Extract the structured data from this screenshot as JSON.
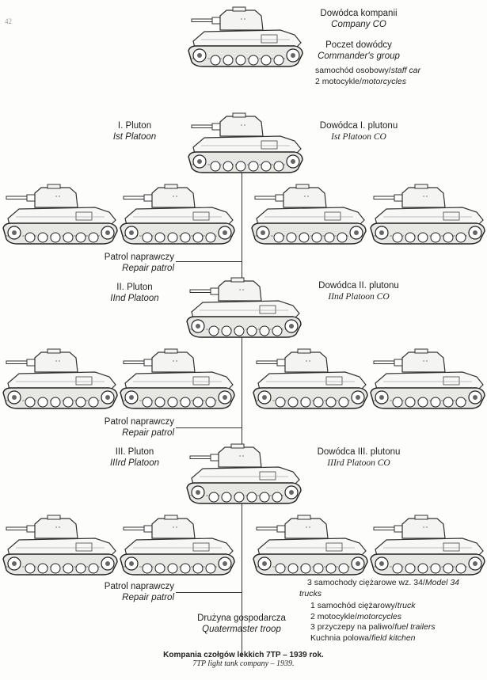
{
  "company": {
    "co_pl": "Dowódca kompanii",
    "co_en": "Company CO",
    "group_pl": "Poczet dowódcy",
    "group_en": "Commander's group",
    "car_pl": "samochód osobowy/",
    "car_en": "staff car",
    "moto_pl": "2 motocykle/",
    "moto_en": "motorcycles"
  },
  "platoons": [
    {
      "name_pl": "I. Pluton",
      "name_en": "Ist Platoon",
      "co_pl": "Dowódca I. plutonu",
      "co_en": "Ist Platoon CO"
    },
    {
      "name_pl": "II. Pluton",
      "name_en": "IInd Platoon",
      "co_pl": "Dowódca II. plutonu",
      "co_en": "IInd Platoon CO"
    },
    {
      "name_pl": "III. Pluton",
      "name_en": "IIIrd Platoon",
      "co_pl": "Dowódca III. plutonu",
      "co_en": "IIIrd Platoon CO"
    }
  ],
  "repair": {
    "pl": "Patrol naprawczy",
    "en": "Repair patrol"
  },
  "quartermaster": {
    "pl": "Drużyna gospodarcza",
    "en": "Quatermaster troop",
    "items": [
      {
        "pl": "3 samochody ciężarowe wz. 34/",
        "en": "Model 34"
      },
      {
        "pl": "",
        "en": "trucks"
      },
      {
        "pl": "1 samochód ciężarowy/",
        "en": "truck"
      },
      {
        "pl": "2 motocykle/",
        "en": "motorcycles"
      },
      {
        "pl": "3 przyczepy na paliwo/",
        "en": "fuel trailers"
      },
      {
        "pl": "Kuchnia polowa/",
        "en": "field kitchen"
      }
    ]
  },
  "caption": {
    "title": "Kompania czołgów lekkich 7TP – 1939 rok.",
    "subtitle": "7TP light tank company – 1939."
  },
  "page_number": "42"
}
